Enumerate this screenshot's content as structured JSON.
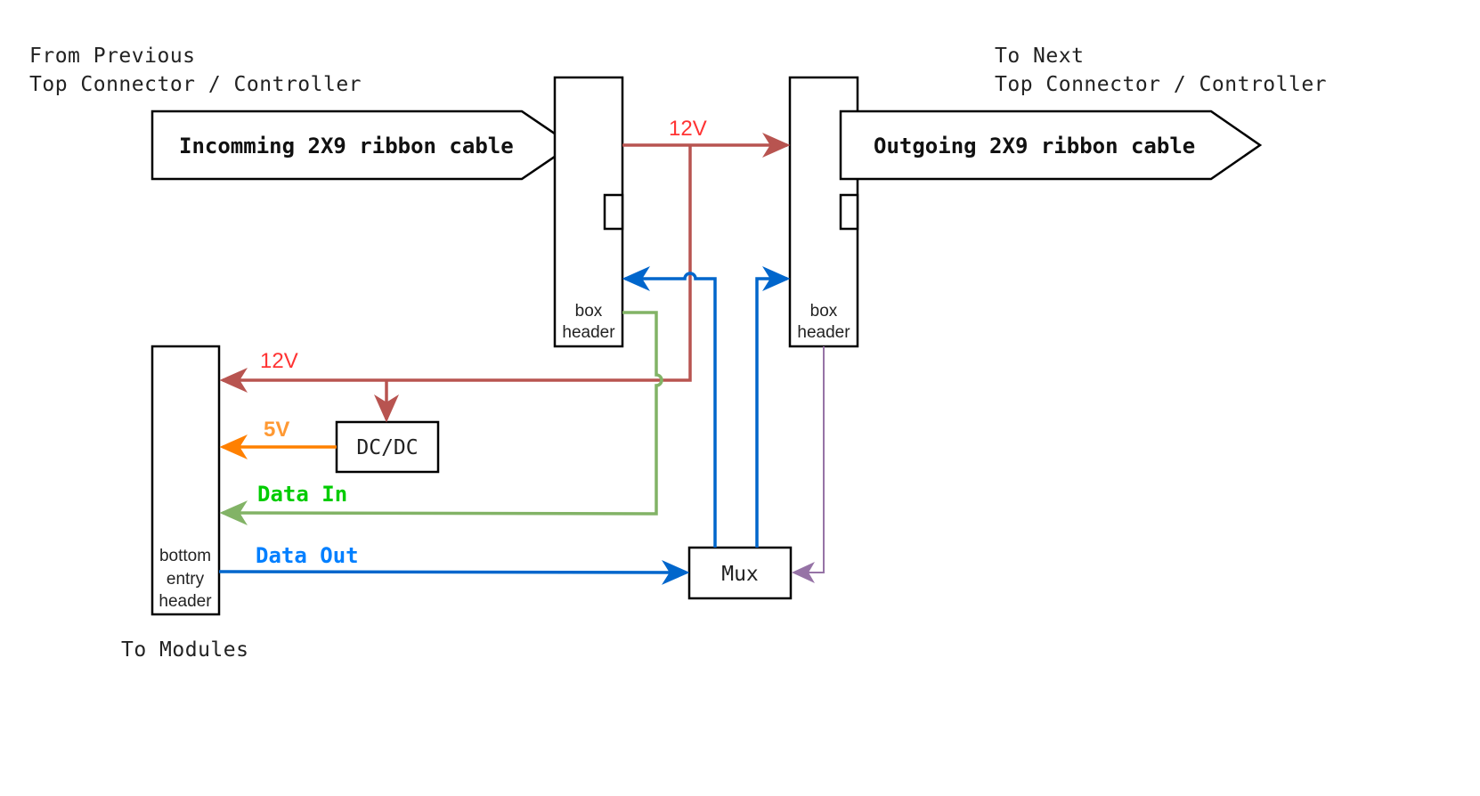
{
  "notes": {
    "from_previous_line1": "From Previous",
    "from_previous_line2": "Top Connector / Controller",
    "to_next_line1": "To Next",
    "to_next_line2": "Top Connector / Controller",
    "to_modules": "To Modules"
  },
  "cables": {
    "incoming": "Incomming 2X9 ribbon cable",
    "outgoing": "Outgoing 2X9 ribbon cable"
  },
  "blocks": {
    "left_box_header_line1": "box",
    "left_box_header_line2": "header",
    "right_box_header_line1": "box",
    "right_box_header_line2": "header",
    "bottom_header_line1": "bottom",
    "bottom_header_line2": "entry",
    "bottom_header_line3": "header",
    "dcdc": "DC/DC",
    "mux": "Mux"
  },
  "signals": {
    "v12_top": "12V",
    "v12_left": "12V",
    "v5": "5V",
    "data_in": "Data In",
    "data_out": "Data Out"
  },
  "colors": {
    "v12_wire": "#b85450",
    "v12_text": "#ff3333",
    "v5_wire": "#ff8000",
    "v5_text": "#ff9933",
    "data_in_wire": "#82b366",
    "data_in_text": "#00cc00",
    "data_out_wire": "#0066cc",
    "data_out_text": "#007fff",
    "select_wire": "#9673a6"
  }
}
